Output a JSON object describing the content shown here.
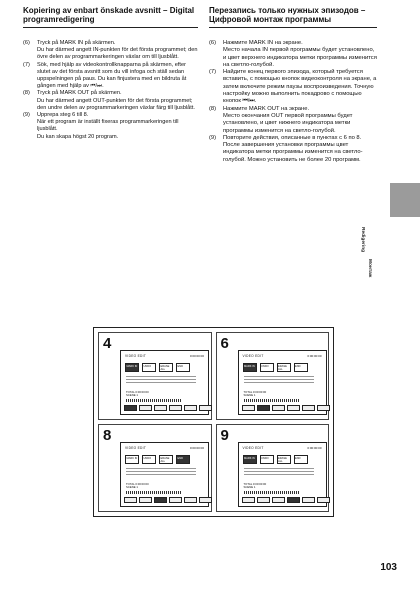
{
  "left": {
    "heading": "Kopiering av enbart önskade avsnitt – Digital programredigering",
    "steps": [
      {
        "num": "(6)",
        "text": "Tryck på MARK IN på skärmen.\nDu har därmed angett IN-punkten för det första programmet; den övre delen av programmarkeringen växlar om till ljusblått."
      },
      {
        "num": "(7)",
        "text": "Sök, med hjälp av videokontrollknapparna på skärmen, efter slutet av det första avsnitt som du vill infoga och ställ sedan uppspelningen på paus. Du kan finjustera med en bildruta åt gången med hjälp av ⏮/⏭."
      },
      {
        "num": "(8)",
        "text": "Tryck på MARK OUT på skärmen.\nDu har därmed angett OUT-punkten för det första programmet; den undre delen av programmarkeringen växlar färg till ljusblått."
      },
      {
        "num": "(9)",
        "text": "Upprepa steg 6 till 8.\nNär ett program är inställt fixeras programmarkeringen till ljusblått.\nDu kan skapa högst 20 program."
      }
    ]
  },
  "right": {
    "heading": "Перезапись только нужных эпизодов – Цифровой монтаж программы",
    "steps": [
      {
        "num": "(6)",
        "text": "Нажмите MARK IN на экране.\nМесто начала IN первой программы будет установлено, и цвет верхнего индикатора метки программы изменится на светло-голубой."
      },
      {
        "num": "(7)",
        "text": "Найдите конец первого эпизода, который требуется вставить, с помощью кнопок видеоконтроля на экране, а затем включите режим паузы воспроизведения. Точную настройку можно выполнить покадрово с помощью кнопок ⏮/⏭."
      },
      {
        "num": "(8)",
        "text": "Нажмите MARK OUT на экране.\nМесто окончания OUT первой программы будет установлено, и цвет нижнего индикатора метки программы изменится на светло-голубой."
      },
      {
        "num": "(9)",
        "text": "Повторите действия, описанные в пунктах с 6 по 8.\nПосле завершения установки программы цвет индикатора метки программы изменится на светло-голубой. Можно установить не более 20 программ."
      }
    ]
  },
  "side_labels": [
    "Redigering",
    "Монтаж"
  ],
  "panels": [
    {
      "num": "4",
      "title": "VIDEO EDIT",
      "status": "0:00:00:00"
    },
    {
      "num": "6",
      "title": "VIDEO EDIT",
      "status": "0:00:00:00"
    },
    {
      "num": "8",
      "title": "VIDEO EDIT",
      "status": "0:00:00:00"
    },
    {
      "num": "9",
      "title": "VIDEO EDIT",
      "status": "0:00:00:00"
    }
  ],
  "screen": {
    "btn1": "MARK IN",
    "btn2": "UNDO",
    "btn3": "ERASE ALL",
    "btn4": "END",
    "total": "TOTAL 0:00:00:00",
    "scene": "SCENE 1"
  },
  "page_number": "103"
}
